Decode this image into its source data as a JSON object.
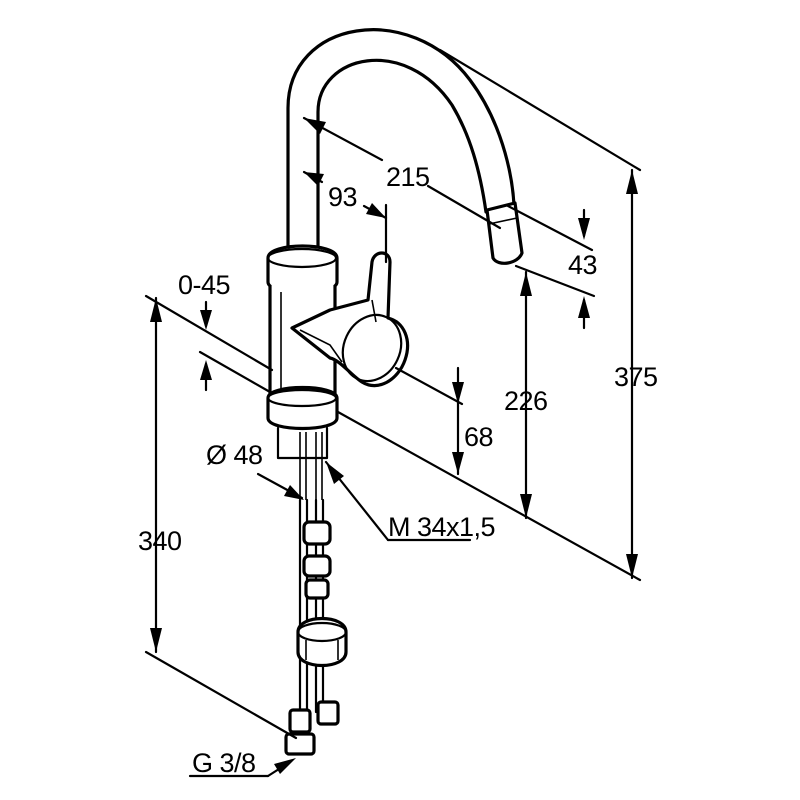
{
  "dimensions": {
    "spout_reach": "215",
    "lever_offset": "93",
    "aerator_height": "43",
    "swivel_angle": "0-45",
    "total_height": "375",
    "spout_height": "226",
    "lever_height": "68",
    "body_diameter": "Ø 48",
    "thread": "M 34x1,5",
    "below_deck_length": "340",
    "connection": "G 3/8"
  }
}
